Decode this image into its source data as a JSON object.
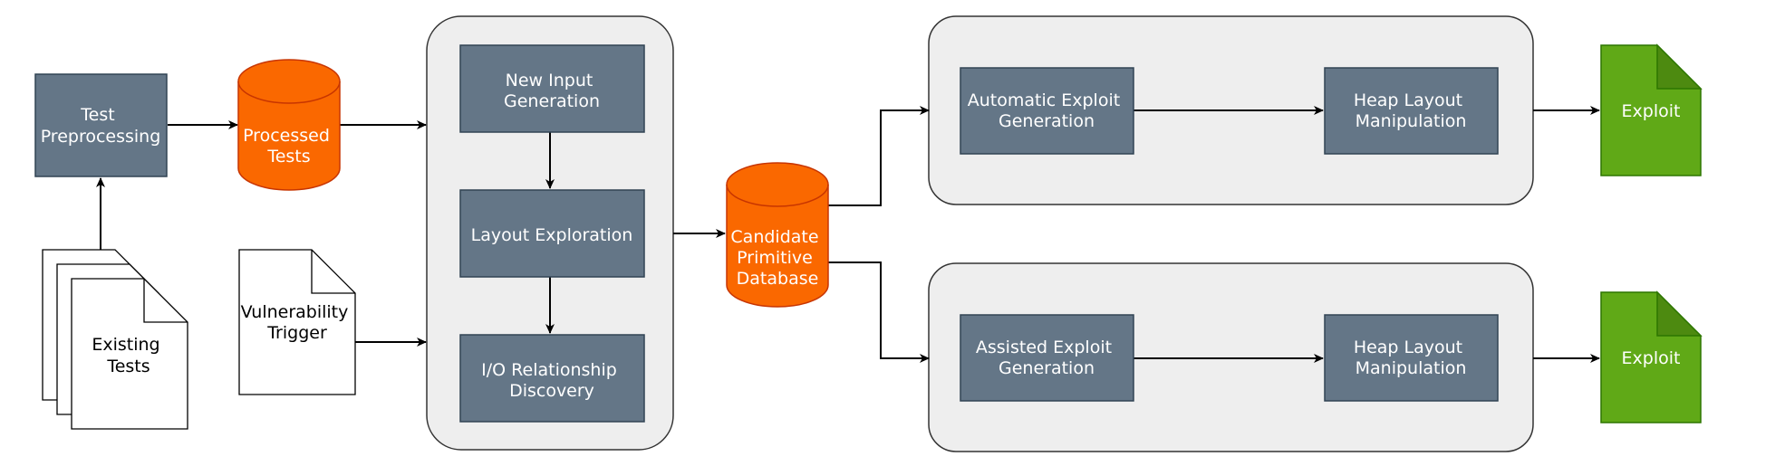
{
  "nodes": {
    "test_preprocessing": [
      "Test",
      "Preprocessing"
    ],
    "processed_tests": [
      "Processed",
      "Tests"
    ],
    "existing_tests": [
      "Existing",
      "Tests"
    ],
    "vulnerability_trigger": [
      "Vulnerability",
      "Trigger"
    ],
    "new_input_generation": [
      "New Input",
      "Generation"
    ],
    "layout_exploration": [
      "Layout Exploration"
    ],
    "io_relationship_discovery": [
      "I/O Relationship",
      "Discovery"
    ],
    "candidate_primitive_database": [
      "Candidate",
      "Primitive",
      "Database"
    ],
    "automatic_exploit_generation": [
      "Automatic Exploit",
      "Generation"
    ],
    "heap_layout_manipulation_top": [
      "Heap Layout",
      "Manipulation"
    ],
    "exploit_top": [
      "Exploit"
    ],
    "assisted_exploit_generation": [
      "Assisted Exploit",
      "Generation"
    ],
    "heap_layout_manipulation_bottom": [
      "Heap Layout",
      "Manipulation"
    ],
    "exploit_bottom": [
      "Exploit"
    ]
  },
  "colors": {
    "process_fill": "#647687",
    "process_stroke": "#314354",
    "database_fill": "#fa6800",
    "database_stroke": "#c73500",
    "output_fill": "#60a917",
    "output_stroke": "#2d7600",
    "group_fill": "#eeeeee"
  },
  "edges": [
    [
      "existing_tests",
      "test_preprocessing"
    ],
    [
      "test_preprocessing",
      "processed_tests"
    ],
    [
      "processed_tests",
      "new_input_generation"
    ],
    [
      "vulnerability_trigger",
      "new_input_generation"
    ],
    [
      "new_input_generation",
      "layout_exploration"
    ],
    [
      "layout_exploration",
      "io_relationship_discovery"
    ],
    [
      "io_relationship_discovery",
      "candidate_primitive_database"
    ],
    [
      "candidate_primitive_database",
      "automatic_exploit_generation"
    ],
    [
      "candidate_primitive_database",
      "assisted_exploit_generation"
    ],
    [
      "automatic_exploit_generation",
      "heap_layout_manipulation_top"
    ],
    [
      "heap_layout_manipulation_top",
      "exploit_top"
    ],
    [
      "assisted_exploit_generation",
      "heap_layout_manipulation_bottom"
    ],
    [
      "heap_layout_manipulation_bottom",
      "exploit_bottom"
    ]
  ]
}
